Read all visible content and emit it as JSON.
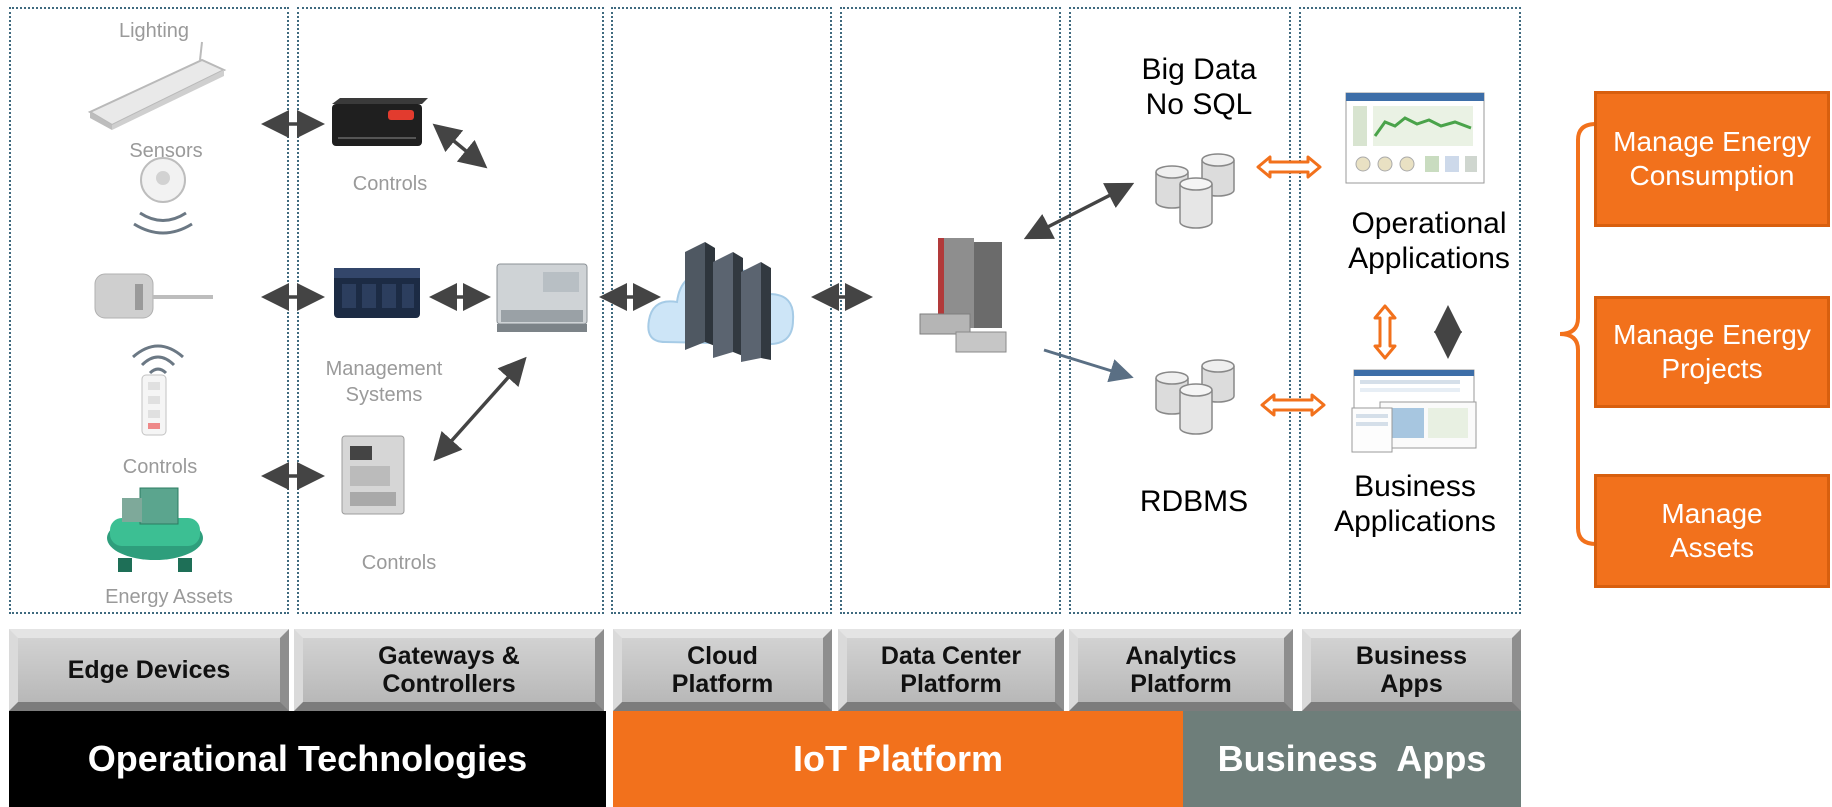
{
  "labels": {
    "lighting": "Lighting",
    "sensors": "Sensors",
    "controls_top": "Controls",
    "management": "Management\nSystems",
    "controls_edge": "Controls",
    "controls_bottom": "Controls",
    "energy_assets": "Energy Assets",
    "big_data": "Big Data\nNo SQL",
    "rdbms": "RDBMS",
    "operational_apps": "Operational\nApplications",
    "business_apps": "Business\nApplications"
  },
  "layers": [
    {
      "label": "Edge Devices"
    },
    {
      "label": "Gateways &\nControllers"
    },
    {
      "label": "Cloud\nPlatform"
    },
    {
      "label": "Data Center\nPlatform"
    },
    {
      "label": "Analytics\nPlatform"
    },
    {
      "label": "Business\nApps"
    }
  ],
  "bands": {
    "ot": "Operational Technologies",
    "iot": "IoT Platform",
    "biz": "Business  Apps"
  },
  "outcomes": [
    "Manage Energy\nConsumption",
    "Manage Energy\nProjects",
    "Manage\nAssets"
  ],
  "colors": {
    "orange": "#f2711c",
    "black_band": "#000000",
    "gray_band": "#6e7e7a",
    "dotted_border": "#3f6a7f",
    "arrow": "#444444",
    "arrow_blue": "#5a6f84"
  }
}
